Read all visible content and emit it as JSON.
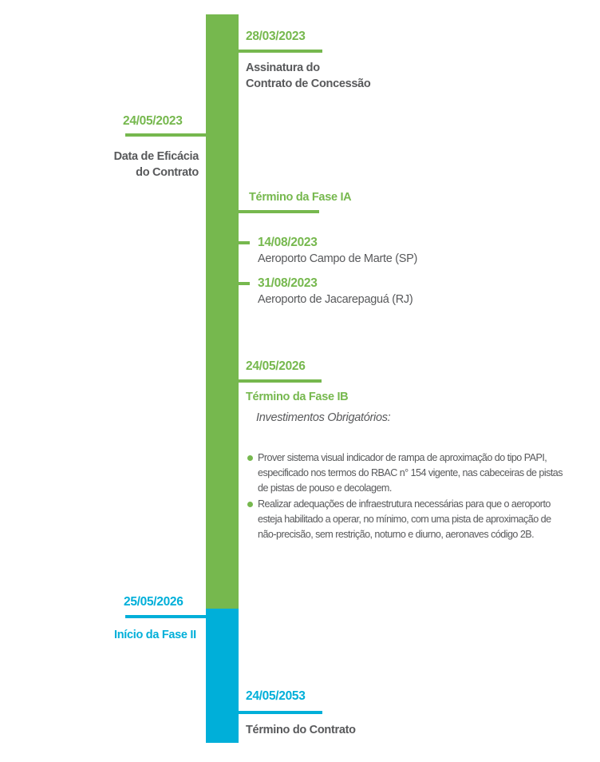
{
  "colors": {
    "phase1": "#76b84e",
    "phase2": "#00afd9",
    "text": "#58595b"
  },
  "events": {
    "signing": {
      "date": "28/03/2023",
      "line1": "Assinatura do",
      "line2": "Contrato de Concessão"
    },
    "efficacy": {
      "date": "24/05/2023",
      "line1": "Data de Eficácia",
      "line2": "do Contrato"
    },
    "phase_ia": {
      "title": "Término da Fase IA",
      "items": [
        {
          "date": "14/08/2023",
          "airport": "Aeroporto Campo de Marte (SP)"
        },
        {
          "date": "31/08/2023",
          "airport": "Aeroporto de Jacarepaguá (RJ)"
        }
      ]
    },
    "phase_ib": {
      "date": "24/05/2026",
      "title": "Término da Fase IB",
      "subtitle": "Investimentos Obrigatórios:",
      "bullets": [
        [
          "Prover sistema visual indicador de rampa de aproximação do tipo PAPI,",
          "especificado nos termos do RBAC n° 154 vigente, nas cabeceiras de pistas",
          "de pistas de pouso e decolagem."
        ],
        [
          "Realizar adequações de infraestrutura necessárias para que o aeroporto",
          "esteja habilitado a operar, no mínimo, com uma pista de aproximação de",
          "não-precisão, sem restrição, noturno e diurno, aeronaves código 2B."
        ]
      ]
    },
    "phase_ii": {
      "date": "25/05/2026",
      "title": "Início da Fase II"
    },
    "end": {
      "date": "24/05/2053",
      "title": "Término do Contrato"
    }
  }
}
